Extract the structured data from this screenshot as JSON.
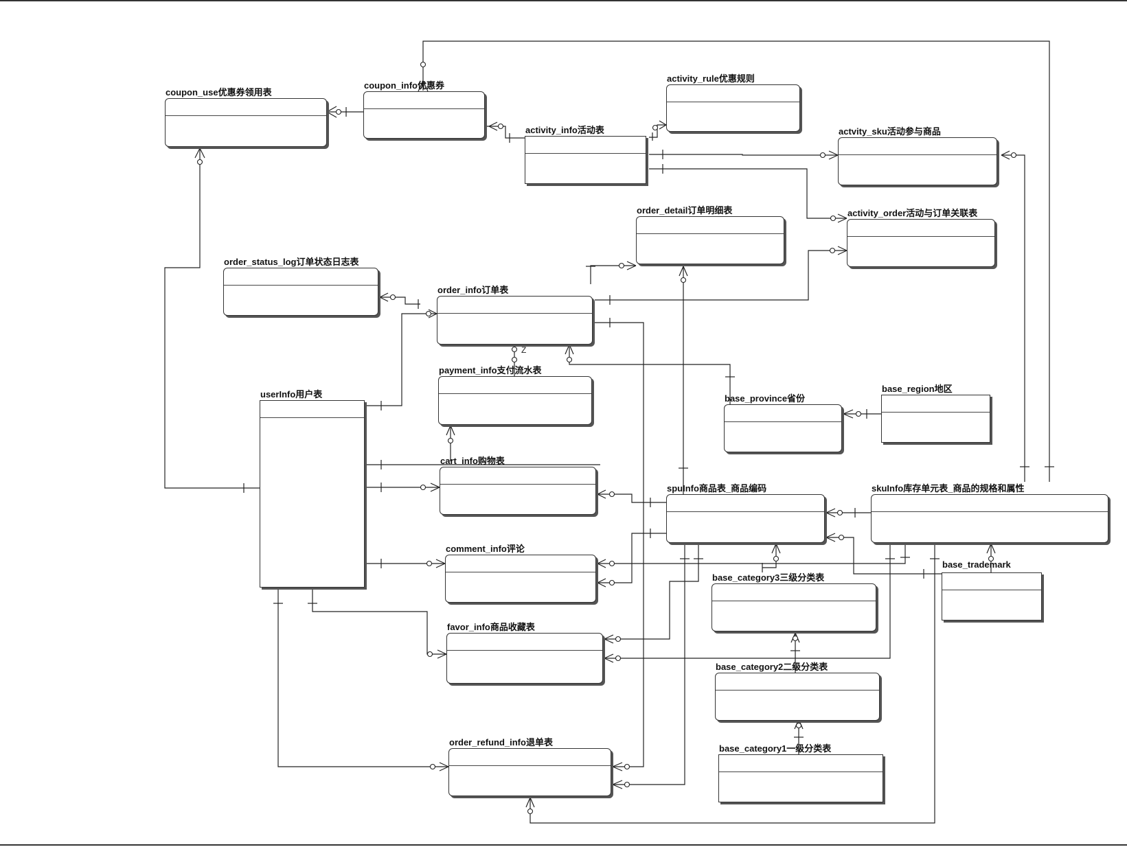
{
  "entities": {
    "coupon_use": "coupon_use优惠券领用表",
    "coupon_info": "coupon_info优惠券",
    "activity_rule": "activity_rule优惠规则",
    "activity_info": "activity_info活动表",
    "actvity_sku": "actvity_sku活动参与商品",
    "order_detail": "order_detail订单明细表",
    "activity_order": "activity_order活动与订单关联表",
    "order_status_log": "order_status_log订单状态日志表",
    "order_info": "order_info订单表",
    "payment_info": "payment_info支付流水表",
    "userInfo": "userInfo用户表",
    "base_province": "base_province省份",
    "base_region": "base_region地区",
    "cart_info": "cart_info购物表",
    "spuInfo": "spuInfo商品表_商品编码",
    "skuInfo": "skuInfo库存单元表_商品的规格和属性",
    "comment_info": "comment_info评论",
    "base_trademark": "base_trademark",
    "base_category3": "base_category3三级分类表",
    "favor_info": "favor_info商品收藏表",
    "base_category2": "base_category2二级分类表",
    "base_category1": "base_category1一级分类表",
    "order_refund_info": "order_refund_info退单表"
  },
  "markers": {
    "z": "Z"
  },
  "colors": {
    "line": "#222222",
    "shadow": "#555555"
  }
}
